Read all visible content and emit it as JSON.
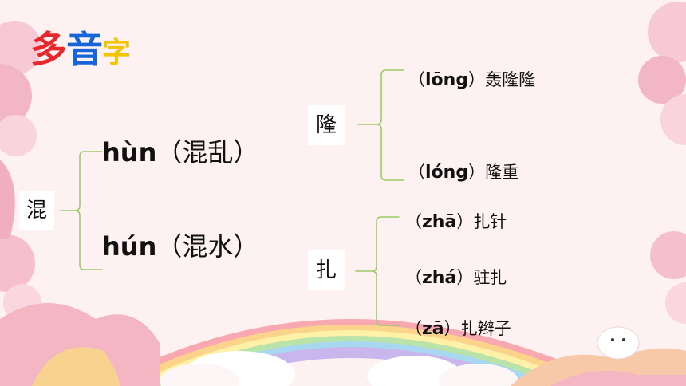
{
  "title": {
    "part1": "多",
    "part2": "音",
    "part3": "字"
  },
  "colors": {
    "title_red": "#e8262b",
    "title_blue": "#1565d8",
    "title_yellow": "#f5c400",
    "bracket_green": "#9ccc65"
  },
  "groups": [
    {
      "char": "混",
      "readings": [
        {
          "pinyin": "hùn",
          "word": "（混乱）"
        },
        {
          "pinyin": "hún",
          "word": "（混水）"
        }
      ]
    },
    {
      "char": "隆",
      "readings": [
        {
          "open": "（",
          "pinyin": "lōng",
          "close": "）",
          "word": "轰隆隆"
        },
        {
          "open": "（",
          "pinyin": "lóng",
          "close": "）",
          "word": "隆重"
        }
      ]
    },
    {
      "char": "扎",
      "readings": [
        {
          "open": "（",
          "pinyin": "zhā",
          "close": "）",
          "word": "扎针"
        },
        {
          "open": "（",
          "pinyin": "zhá",
          "close": "）",
          "word": "驻扎"
        },
        {
          "open": "（",
          "pinyin": "zā",
          "close": "）",
          "word": "扎辫子"
        }
      ]
    }
  ]
}
